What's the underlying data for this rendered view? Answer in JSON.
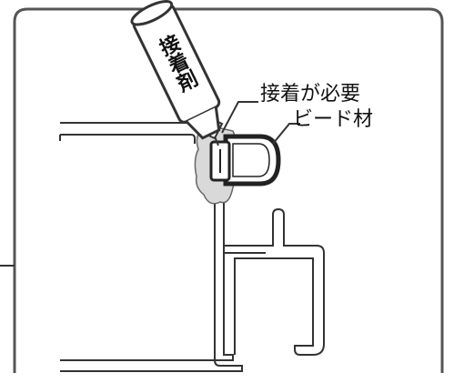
{
  "labels": {
    "tube": "接着剤",
    "adhesive_needed": "接着が必要",
    "bead": "ビード材"
  },
  "colors": {
    "stroke": "#333333",
    "highlight": "#d9d9d9",
    "frame_border": "#555555"
  }
}
